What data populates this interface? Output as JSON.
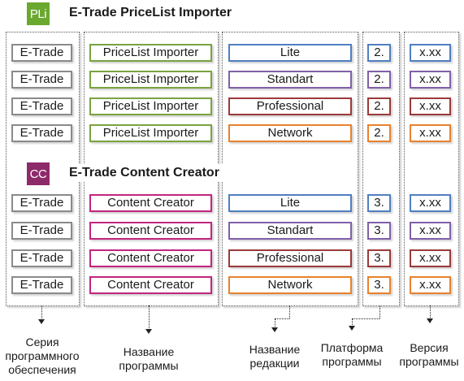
{
  "colors": {
    "series_border": "#8a8a8a",
    "pricelist_border": "#7aa33f",
    "content_border": "#c2257f",
    "edition_lite": "#4f7fc1",
    "edition_standart": "#8060a8",
    "edition_professional": "#9a3a3a",
    "edition_network": "#e8822e",
    "logo_pli": "#6aa82f",
    "logo_cc": "#8d2a6a"
  },
  "sections": {
    "pricelist": {
      "logo_text": "PLi",
      "title": "E-Trade PriceList Importer",
      "logo_icon": "pricelist-importer-logo-icon"
    },
    "content": {
      "logo_text": "CC",
      "title": "E-Trade Content Creator",
      "logo_icon": "content-creator-logo-icon"
    }
  },
  "rows": {
    "pricelist": [
      {
        "series": "E-Trade",
        "program": "PriceList Importer",
        "edition": "Lite",
        "platform": "2.",
        "version": "x.xx"
      },
      {
        "series": "E-Trade",
        "program": "PriceList Importer",
        "edition": "Standart",
        "platform": "2.",
        "version": "x.xx"
      },
      {
        "series": "E-Trade",
        "program": "PriceList Importer",
        "edition": "Professional",
        "platform": "2.",
        "version": "x.xx"
      },
      {
        "series": "E-Trade",
        "program": "PriceList Importer",
        "edition": "Network",
        "platform": "2.",
        "version": "x.xx"
      }
    ],
    "content": [
      {
        "series": "E-Trade",
        "program": "Content Creator",
        "edition": "Lite",
        "platform": "3.",
        "version": "x.xx"
      },
      {
        "series": "E-Trade",
        "program": "Content Creator",
        "edition": "Standart",
        "platform": "3.",
        "version": "x.xx"
      },
      {
        "series": "E-Trade",
        "program": "Content Creator",
        "edition": "Professional",
        "platform": "3.",
        "version": "x.xx"
      },
      {
        "series": "E-Trade",
        "program": "Content Creator",
        "edition": "Network",
        "platform": "3.",
        "version": "x.xx"
      }
    ]
  },
  "captions": {
    "series": [
      "Серия",
      "программного",
      "обеспечения"
    ],
    "program": [
      "Название",
      "программы"
    ],
    "edition": [
      "Название",
      "редакции"
    ],
    "platform": [
      "Платформа",
      "программы"
    ],
    "version": [
      "Версия",
      "программы"
    ]
  }
}
